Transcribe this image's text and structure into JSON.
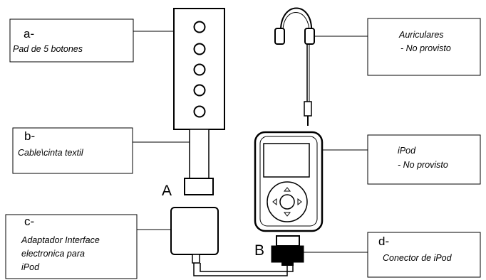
{
  "labels": {
    "a_letter": "a-",
    "a_desc": "Pad de 5 botones",
    "b_letter": "b-",
    "b_desc": "Cable\\cinta textil",
    "c_letter": "c-",
    "c_desc_1": "Adaptador Interface",
    "c_desc_2": "electronica para",
    "c_desc_3": "iPod",
    "d_letter": "d-",
    "d_desc": "Conector de iPod",
    "headphones_1": "Auriculares",
    "headphones_2": "- No provisto",
    "ipod_1": "iPod",
    "ipod_2": "- No provisto",
    "marker_a": "A",
    "marker_b": "B"
  },
  "icons": [
    "headphones-icon",
    "ipod-icon",
    "button-pad-icon",
    "adapter-icon",
    "connector-icon"
  ],
  "colors": {
    "line": "#000000",
    "background": "#ffffff"
  }
}
